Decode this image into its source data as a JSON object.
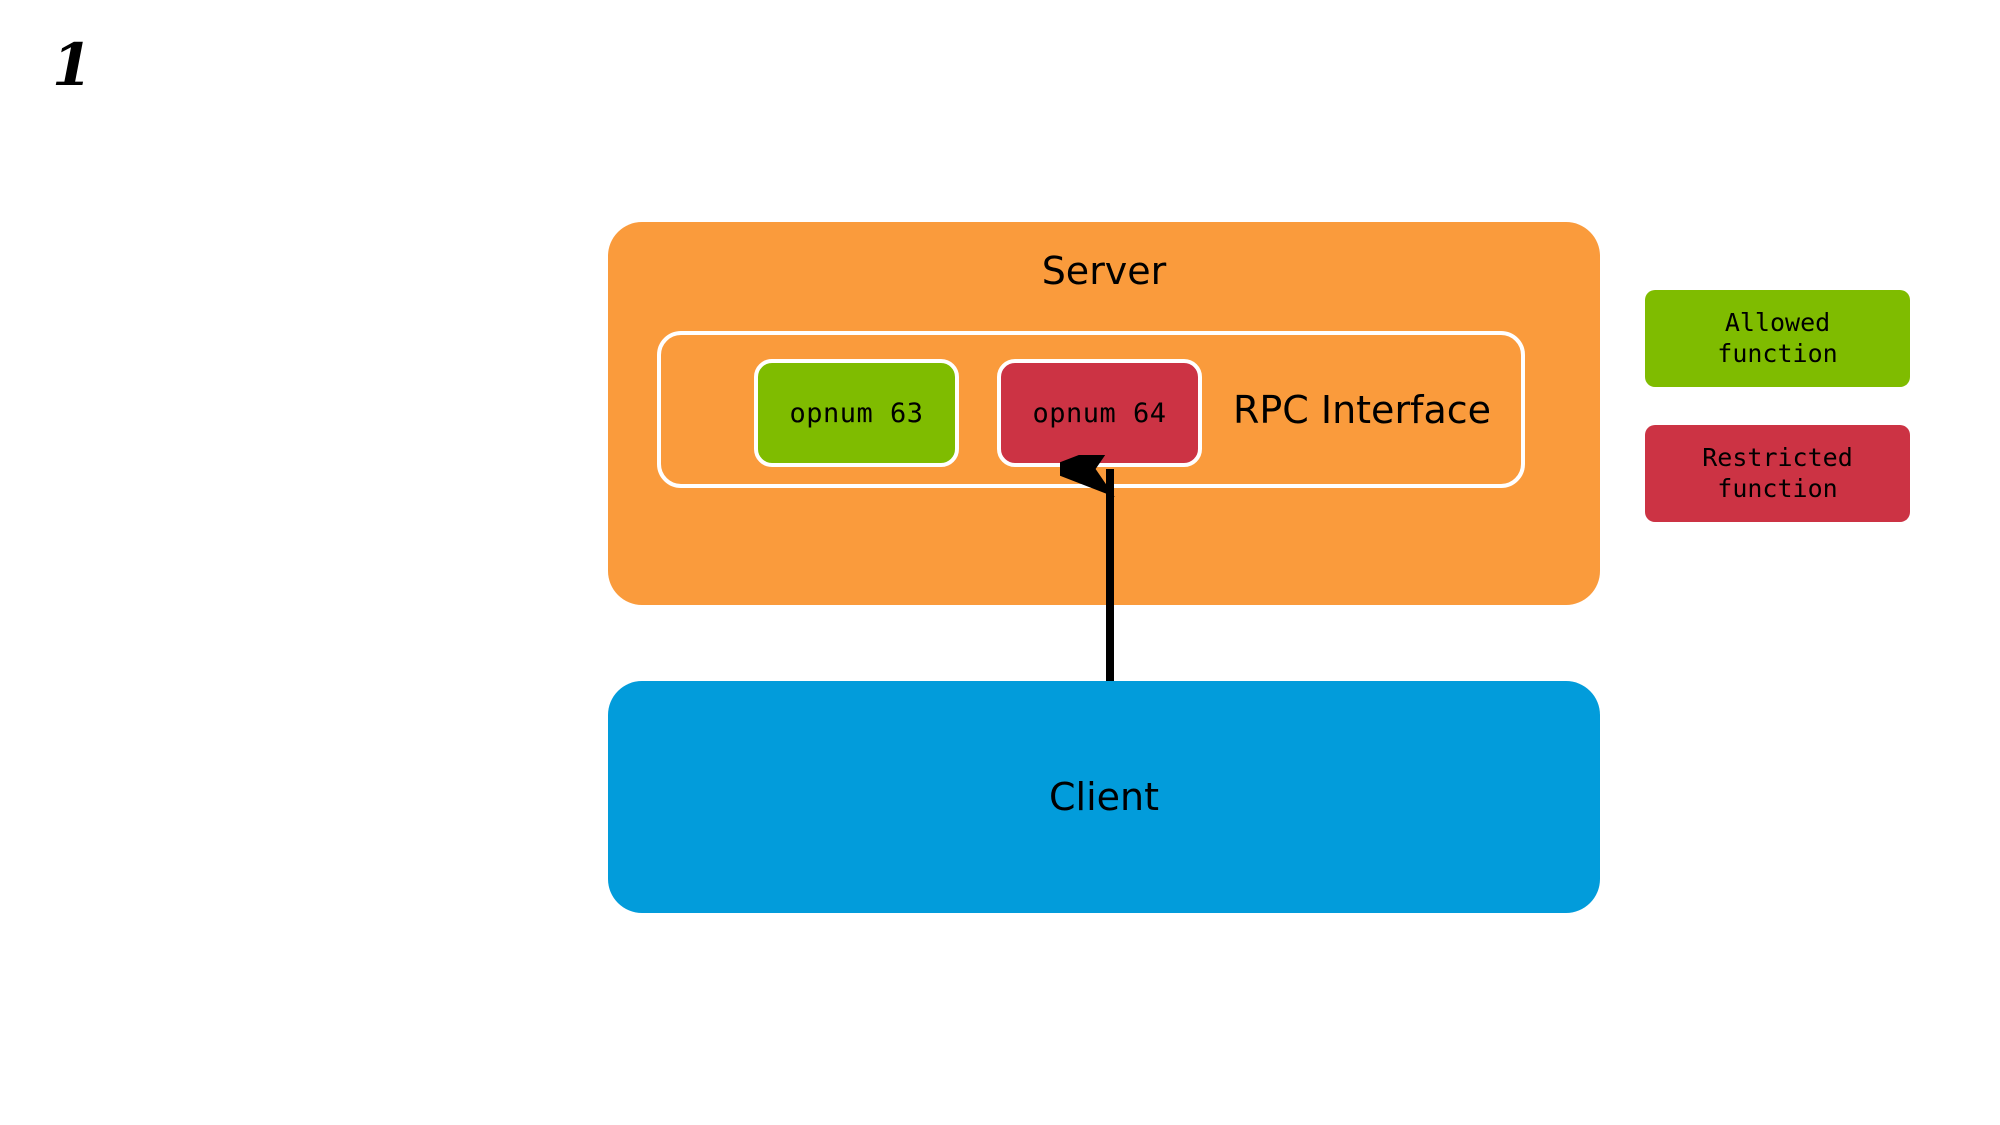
{
  "slide": {
    "number": "1"
  },
  "server": {
    "title": "Server",
    "rpc_interface": {
      "label": "RPC Interface",
      "functions": [
        {
          "label": "opnum 63",
          "state": "allowed",
          "color": "#7FBC00"
        },
        {
          "label": "opnum 64",
          "state": "restricted",
          "color": "#CC3344"
        }
      ]
    },
    "color": "#FA9B3C"
  },
  "client": {
    "title": "Client",
    "color": "#029CDB"
  },
  "arrow": {
    "name": "client-to-opnum64-call",
    "from": "Client",
    "to": "opnum 64",
    "direction": "up",
    "color": "#000000"
  },
  "legend": {
    "items": [
      {
        "label": "Allowed\nfunction",
        "color": "#7FBC00"
      },
      {
        "label": "Restricted\nfunction",
        "color": "#CC3344"
      }
    ]
  }
}
